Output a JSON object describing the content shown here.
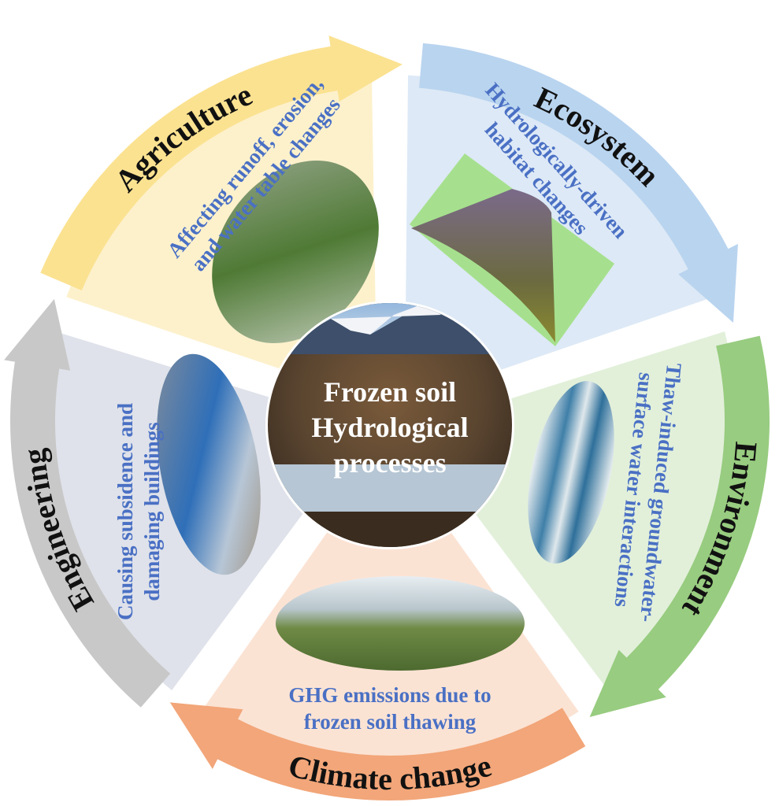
{
  "center": {
    "line1": "Frozen soil",
    "line2": "Hydrological",
    "line3": "processes"
  },
  "segments": [
    {
      "label": "Agriculture",
      "desc": [
        "Affecting runoff, erosion,",
        "and water table changes"
      ],
      "fill": "#fdf1cc",
      "band": "#fbe291"
    },
    {
      "label": "Ecosystem",
      "desc": [
        "Hydrologically-driven",
        "habitat changes"
      ],
      "fill": "#dde9f6",
      "band": "#b9d4ef"
    },
    {
      "label": "Environment",
      "desc": [
        "Thaw-induced groundwater-",
        "surface water interactions"
      ],
      "fill": "#e2f0da",
      "band": "#98cc80"
    },
    {
      "label": "Climate change",
      "desc": [
        "GHG emissions due to",
        "frozen soil thawing"
      ],
      "fill": "#fbe3d4",
      "band": "#f2a679"
    },
    {
      "label": "Engineering",
      "desc": [
        "Causing subsidence and",
        "damaging buildings"
      ],
      "fill": "#dfe2ea",
      "band": "#c8c8c8"
    }
  ],
  "colors": {
    "desc_text": "#4a70c4"
  }
}
